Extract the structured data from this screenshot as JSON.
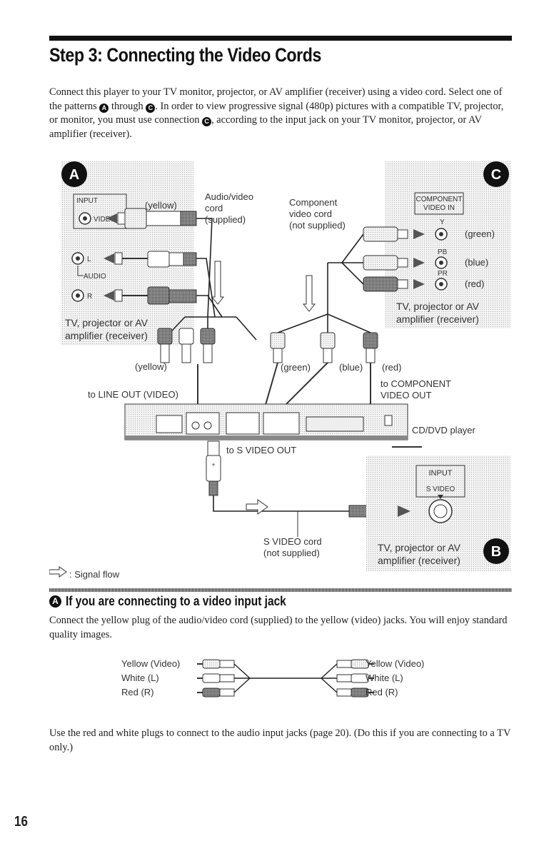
{
  "page_title": "Step 3: Connecting the Video Cords",
  "intro": {
    "part1": "Connect this player to your TV monitor, projector, or AV amplifier (receiver) using a video cord. Select one of the patterns ",
    "badge_a": "A",
    "part2": " through ",
    "badge_c": "C",
    "part3": ". In order to view progressive signal (480p) pictures with a compatible TV, projector, or monitor, you must use connection ",
    "badge_c2": "C",
    "part4": ", according to the input jack on your TV monitor, projector, or AV amplifier (receiver)."
  },
  "diagram": {
    "badge_a": "A",
    "badge_b": "B",
    "badge_c": "C",
    "tv_a": {
      "input_label": "INPUT",
      "video_jack": "VIDEO",
      "l_jack": "L",
      "audio_label": "AUDIO",
      "r_jack": "R",
      "device_line1": "TV, projector or AV",
      "device_line2": "amplifier (receiver)"
    },
    "tv_c": {
      "header_line1": "COMPONENT",
      "header_line2": "VIDEO IN",
      "y": "Y",
      "pb": "PB",
      "pr": "PR",
      "green": "(green)",
      "blue": "(blue)",
      "red": "(red)",
      "device_line1": "TV, projector or AV",
      "device_line2": "amplifier (receiver)"
    },
    "tv_b": {
      "input_label": "INPUT",
      "svideo_label": "S VIDEO",
      "device_line1": "TV, projector or AV",
      "device_line2": "amplifier (receiver)"
    },
    "av_cord": {
      "line1": "Audio/video",
      "line2": "cord",
      "line3": "(supplied)"
    },
    "component_cord": {
      "line1": "Component",
      "line2": "video cord",
      "line3": "(not supplied)"
    },
    "yellow_top": "(yellow)",
    "yellow_low": "(yellow)",
    "green_low": "(green)",
    "blue_low": "(blue)",
    "red_low": "(red)",
    "to_line_out": "to LINE OUT (VIDEO)",
    "to_component_line1": "to COMPONENT",
    "to_component_line2": "VIDEO OUT",
    "player_label": "CD/DVD player",
    "to_s_video": "to S VIDEO OUT",
    "s_video_cord_line1": "S VIDEO cord",
    "s_video_cord_line2": "(not supplied)",
    "signal_flow": ": Signal flow"
  },
  "section_a": {
    "badge": "A",
    "title": "If you are connecting to a video input jack",
    "text": "Connect the yellow plug of the audio/video cord (supplied) to the yellow (video) jacks. You will enjoy standard quality images."
  },
  "plugs": {
    "left": [
      "Yellow (Video)",
      "White (L)",
      "Red (R)"
    ],
    "right": [
      "Yellow (Video)",
      "White (L)",
      "Red (R)"
    ]
  },
  "footer_text": "Use the red and white plugs to connect to the audio input jacks (page 20). (Do this if you are connecting to a TV only.)",
  "page_number": "16"
}
